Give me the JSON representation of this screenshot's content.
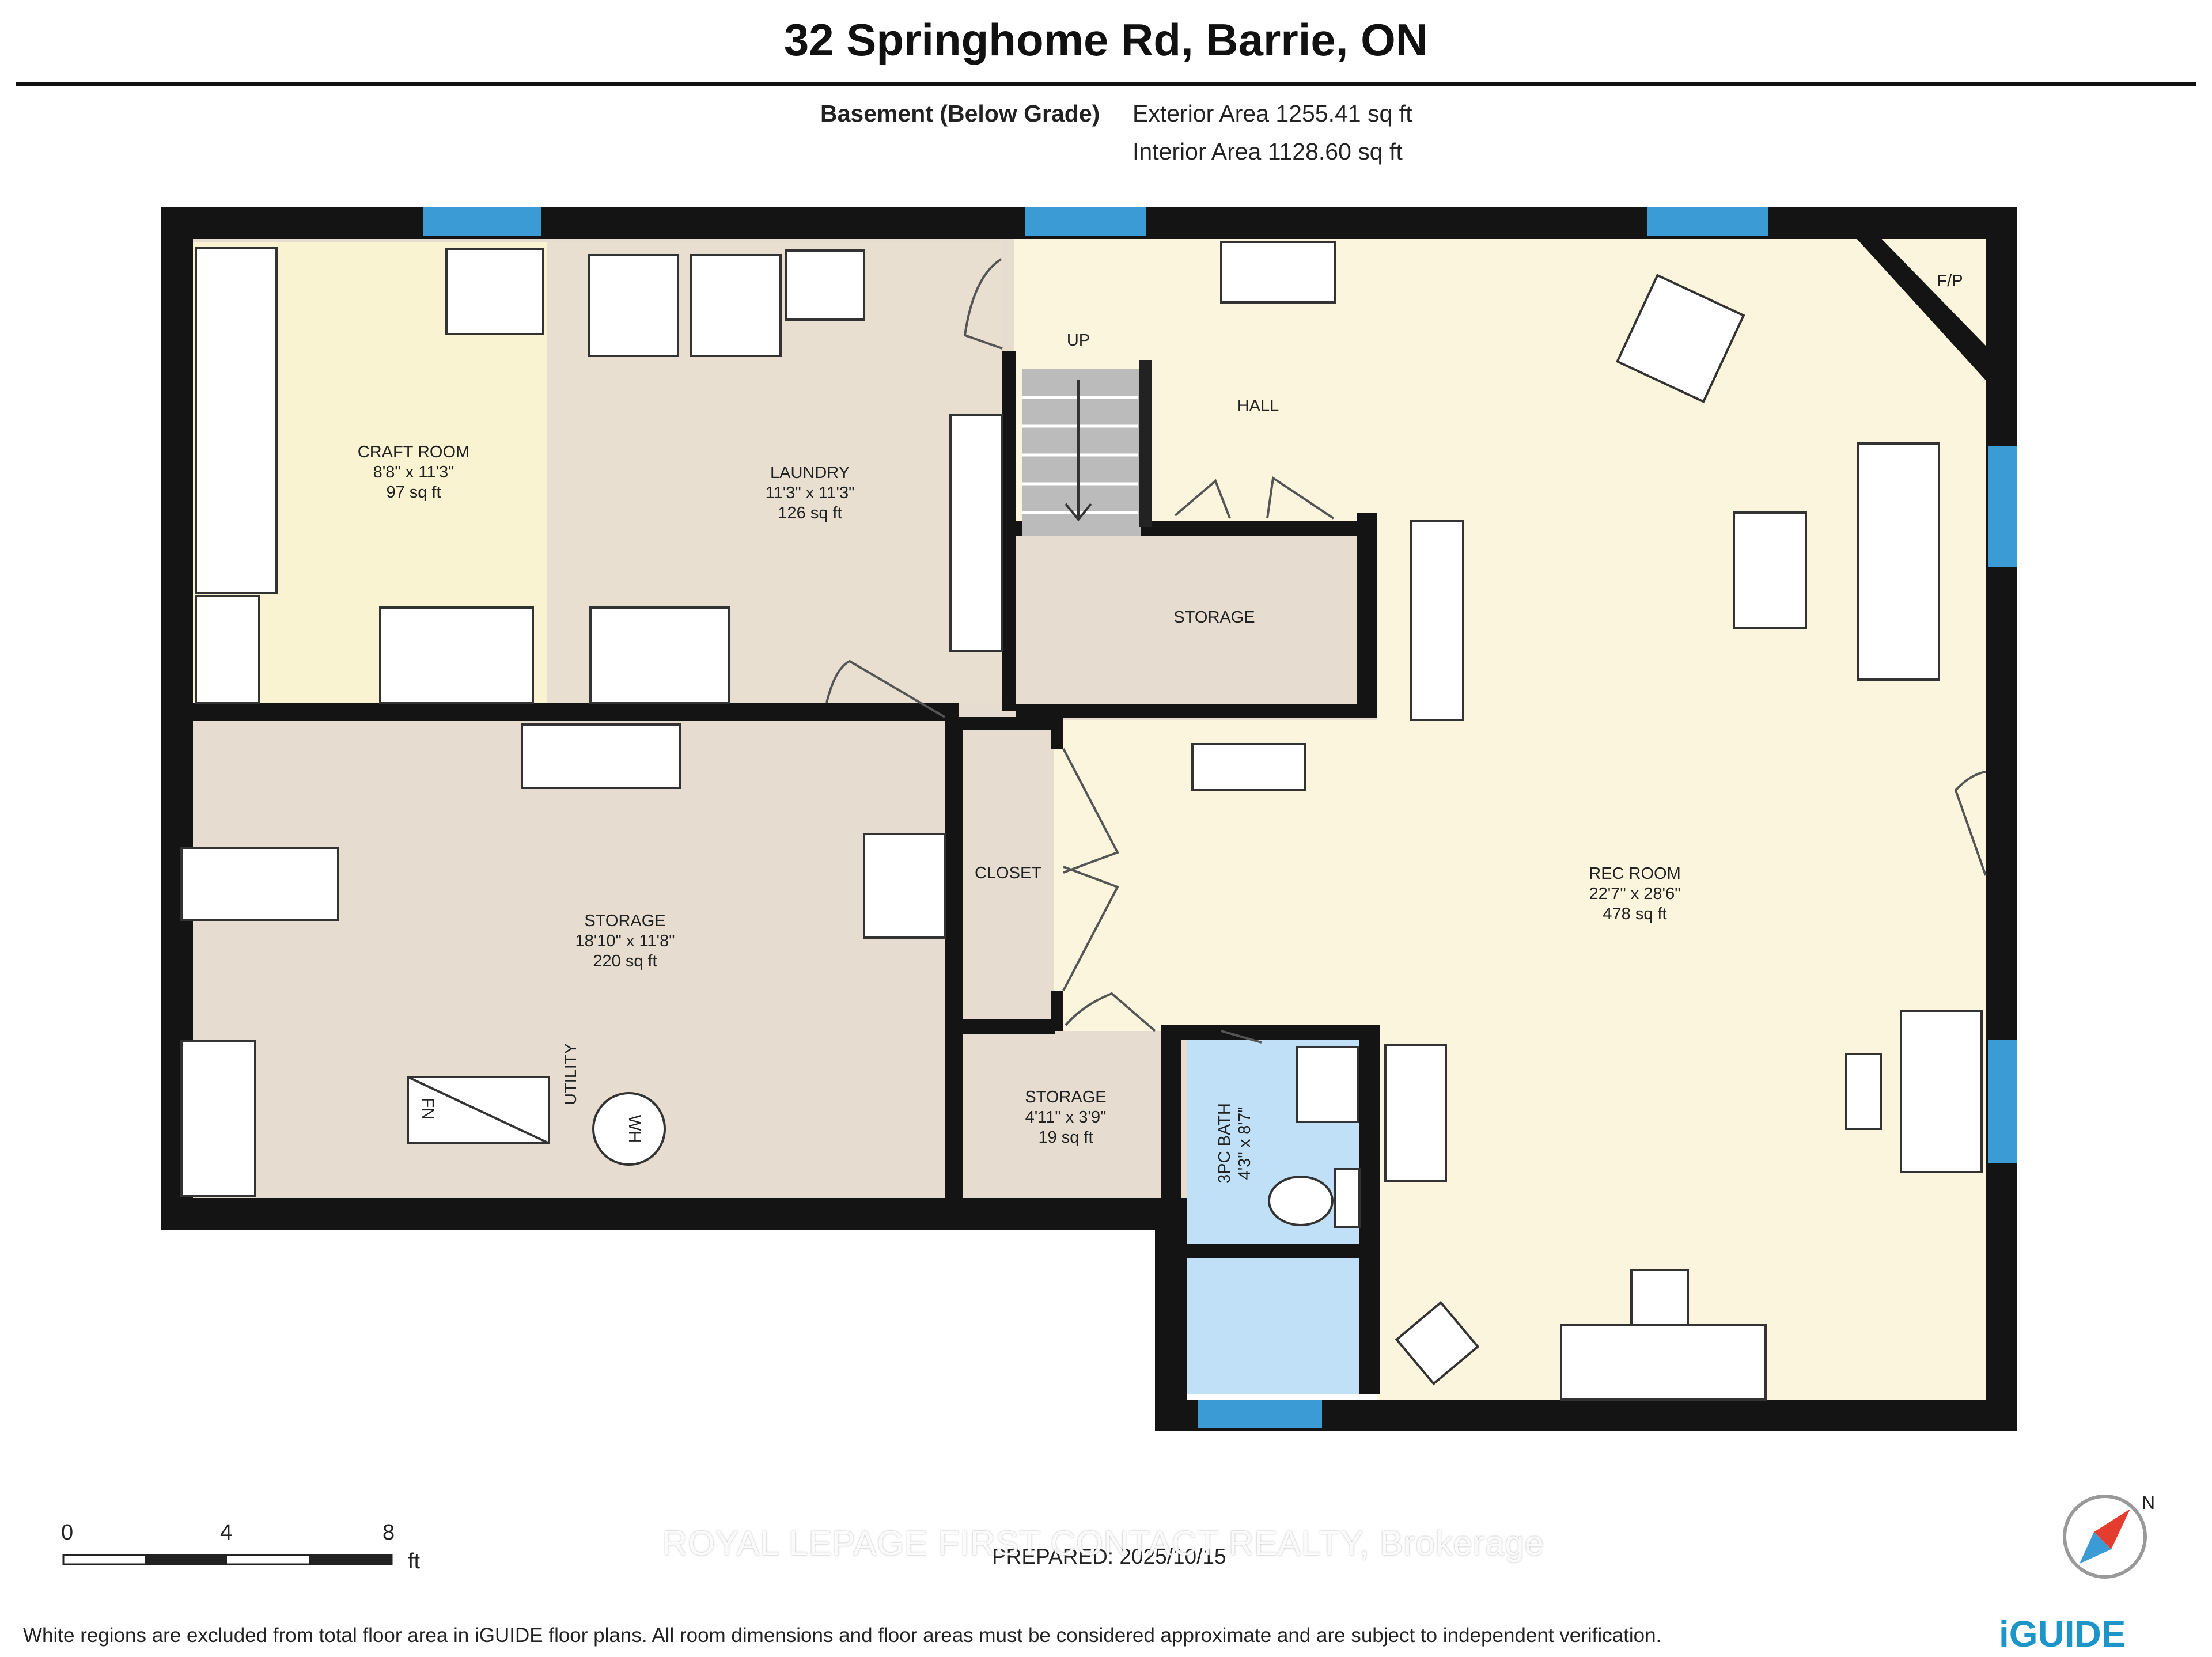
{
  "title": "32 Springhome Rd, Barrie, ON",
  "level": {
    "name": "Basement (Below Grade)",
    "exterior_area": "Exterior Area 1255.41 sq ft",
    "interior_area": "Interior Area 1128.60 sq ft"
  },
  "rooms": {
    "craft": {
      "name": "CRAFT ROOM",
      "dims": "8'8\" x 11'3\"",
      "area": "97 sq ft"
    },
    "laundry": {
      "name": "LAUNDRY",
      "dims": "11'3\" x 11'3\"",
      "area": "126 sq ft"
    },
    "up": {
      "name": "UP"
    },
    "hall": {
      "name": "HALL"
    },
    "storage_hall": {
      "name": "STORAGE"
    },
    "fp": {
      "name": "F/P"
    },
    "storage_main": {
      "name": "STORAGE",
      "dims": "18'10\" x 11'8\"",
      "area": "220 sq ft"
    },
    "utility": {
      "name": "UTILITY"
    },
    "closet": {
      "name": "CLOSET"
    },
    "rec": {
      "name": "REC ROOM",
      "dims": "22'7\" x 28'6\"",
      "area": "478 sq ft"
    },
    "storage_small": {
      "name": "STORAGE",
      "dims": "4'11\" x 3'9\"",
      "area": "19 sq ft"
    },
    "bath": {
      "name": "3PC BATH",
      "dims": "4'3\" x 8'7\""
    },
    "fn": {
      "name": "FN"
    },
    "wh": {
      "name": "WH"
    }
  },
  "scale": {
    "labels": [
      "0",
      "4",
      "8"
    ],
    "unit": "ft"
  },
  "prepared": "PREPARED: 2025/10/15",
  "watermark": "ROYAL LEPAGE FIRST CONTACT REALTY, Brokerage",
  "disclaimer": "White regions are excluded from total floor area in iGUIDE floor plans. All room dimensions and floor areas must be considered approximate and are subject to independent verification.",
  "brand": "iGUIDE",
  "compass": {
    "label": "N"
  },
  "colors": {
    "wall": "#141414",
    "craft_floor": "#faf3d2",
    "laundry_floor": "#e8dfd1",
    "rec_floor": "#faf5dc",
    "storage_floor": "#e6ddd0",
    "bath_floor": "#bfe0f6",
    "window": "#3a9bd5",
    "brand": "#1d95c9"
  }
}
